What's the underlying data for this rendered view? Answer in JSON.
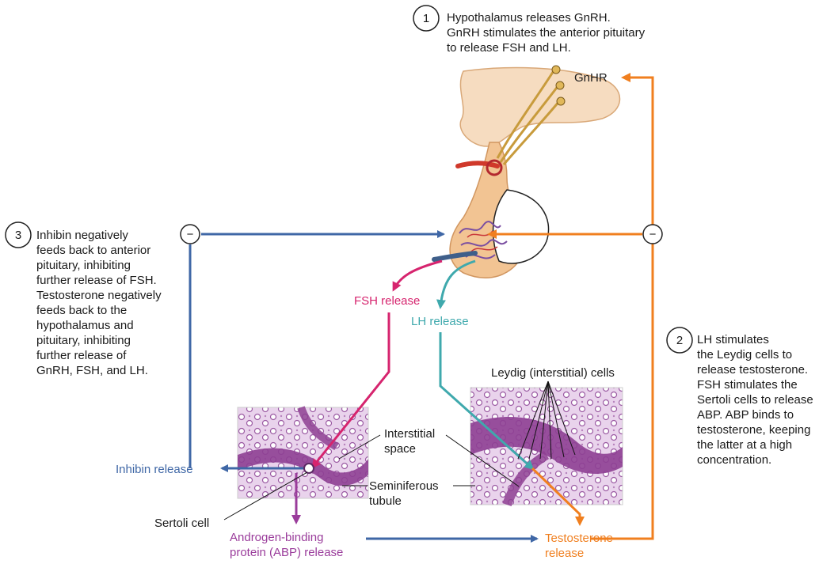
{
  "steps": [
    {
      "number": "1",
      "lines": [
        "Hypothalamus releases GnRH.",
        "GnRH stimulates the anterior pituitary",
        "to release FSH and LH."
      ]
    },
    {
      "number": "2",
      "lines": [
        "LH stimulates",
        "the Leydig cells to",
        "release testosterone.",
        "FSH stimulates the",
        "Sertoli cells to release",
        "ABP. ABP binds to",
        "testosterone, keeping",
        "the latter at a high",
        "concentration."
      ]
    },
    {
      "number": "3",
      "lines": [
        "Inhibin negatively",
        "feeds back to anterior",
        "pituitary, inhibiting",
        "further release of FSH.",
        "Testosterone negatively",
        "feeds back to the",
        "hypothalamus and",
        "pituitary, inhibiting",
        "further release of",
        "GnRH, FSH, and LH."
      ]
    }
  ],
  "labels": {
    "gnhr": "GnHR",
    "fsh_release": "FSH release",
    "lh_release": "LH release",
    "inhibin_release": "Inhibin release",
    "sertoli_cell": "Sertoli cell",
    "abp_release": [
      "Androgen-binding",
      "protein (ABP) release"
    ],
    "testosterone_release": [
      "Testosterone",
      "release"
    ],
    "interstitial_space": [
      "Interstitial",
      "space"
    ],
    "seminiferous_tubule": [
      "Seminiferous",
      "tubule"
    ],
    "leydig_cells": "Leydig (interstitial) cells"
  },
  "symbols": {
    "inhibit": "−"
  },
  "colors": {
    "inhibin": "#3f67a6",
    "fsh": "#d6246e",
    "lh": "#3fa9ad",
    "testosterone": "#f07f1f",
    "abp": "#9a3c9b",
    "tissue": "#8e3f93",
    "pituitary": "#f2c493"
  }
}
